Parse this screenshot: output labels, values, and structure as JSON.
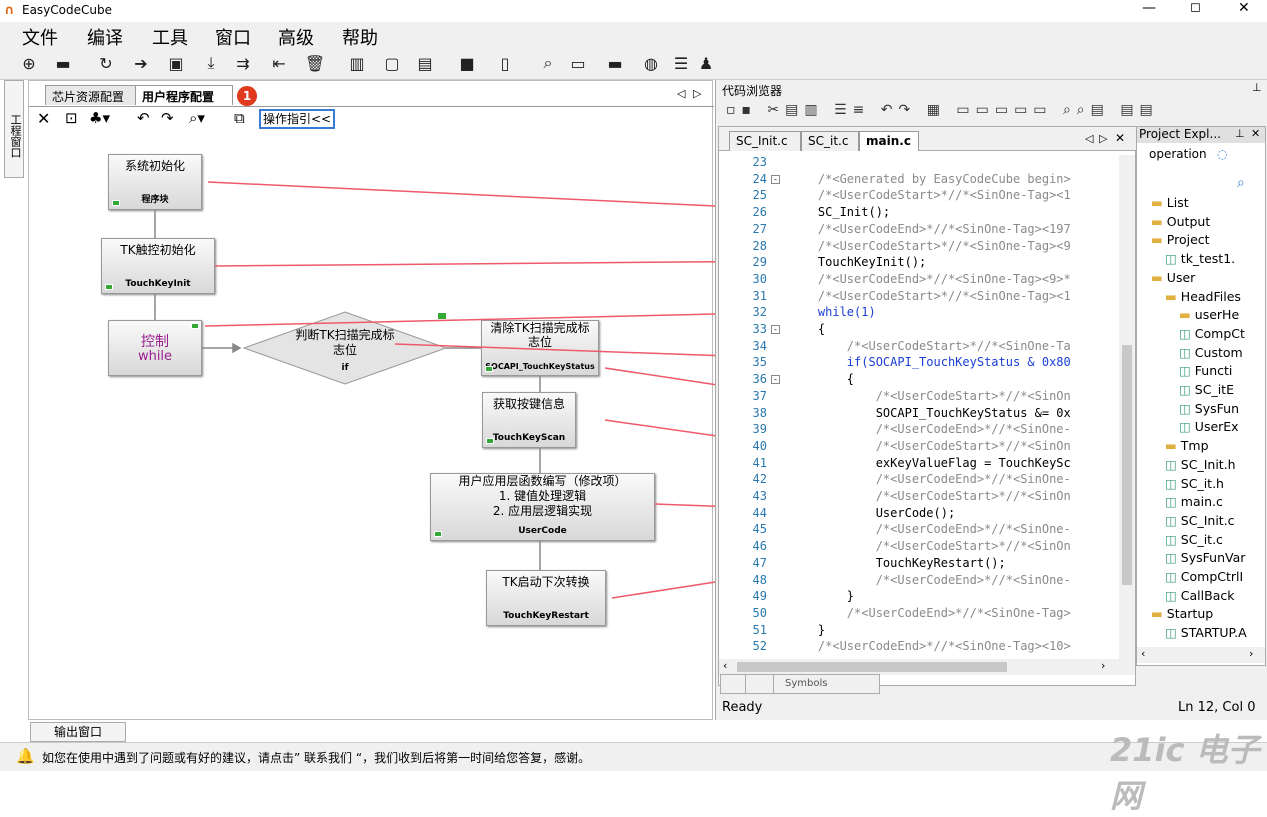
{
  "app": {
    "title": "EasyCodeCube"
  },
  "menu": [
    "文件",
    "编译",
    "工具",
    "窗口",
    "高级",
    "帮助"
  ],
  "left_tabs": [
    "芯片资源配置",
    "用户程序配置"
  ],
  "badge": "1",
  "guide_button": "操作指引<<",
  "side_label": "工程窗口",
  "blocks": [
    {
      "title": "系统初始化",
      "sub": "程序块"
    },
    {
      "title": "TK触控初始化",
      "sub": "TouchKeyInit"
    },
    {
      "title": "控制",
      "title2": "while"
    },
    {
      "title": "判断TK扫描完成标志位",
      "sub": "if"
    },
    {
      "title": "清除TK扫描完成标志位",
      "sub": "SOCAPI_TouchKeyStatus"
    },
    {
      "title": "获取按键信息",
      "sub": "TouchKeyScan"
    },
    {
      "title": "用户应用层函数编写（修改项）",
      "line2": "1. 键值处理逻辑",
      "line3": "2. 应用层逻辑实现",
      "sub": "UserCode"
    },
    {
      "title": "TK启动下次转换",
      "sub": "TouchKeyRestart"
    }
  ],
  "code_browser": {
    "title": "代码浏览器",
    "tabs": [
      "SC_Init.c",
      "SC_it.c",
      "main.c"
    ],
    "lines": [
      {
        "n": "23",
        "t": ""
      },
      {
        "n": "24",
        "t": "    /*<Generated by EasyCodeCube begin>",
        "c": true
      },
      {
        "n": "25",
        "t": "    /*<UserCodeStart>*//*<SinOne-Tag><1",
        "c": true
      },
      {
        "n": "26",
        "t": "    SC_Init();"
      },
      {
        "n": "27",
        "t": "    /*<UserCodeEnd>*//*<SinOne-Tag><197",
        "c": true
      },
      {
        "n": "28",
        "t": "    /*<UserCodeStart>*//*<SinOne-Tag><9",
        "c": true
      },
      {
        "n": "29",
        "t": "    TouchKeyInit();"
      },
      {
        "n": "30",
        "t": "    /*<UserCodeEnd>*//*<SinOne-Tag><9>*",
        "c": true
      },
      {
        "n": "31",
        "t": "    /*<UserCodeStart>*//*<SinOne-Tag><1",
        "c": true
      },
      {
        "n": "32",
        "t": "    while(1)"
      },
      {
        "n": "33",
        "t": "    {"
      },
      {
        "n": "34",
        "t": "        /*<UserCodeStart>*//*<SinOne-Ta",
        "c": true
      },
      {
        "n": "35",
        "t": "        if(SOCAPI_TouchKeyStatus & 0x80"
      },
      {
        "n": "36",
        "t": "        {"
      },
      {
        "n": "37",
        "t": "            /*<UserCodeStart>*//*<SinOn",
        "c": true
      },
      {
        "n": "38",
        "t": "            SOCAPI_TouchKeyStatus &= 0x"
      },
      {
        "n": "39",
        "t": "            /*<UserCodeEnd>*//*<SinOne-",
        "c": true
      },
      {
        "n": "40",
        "t": "            /*<UserCodeStart>*//*<SinOn",
        "c": true
      },
      {
        "n": "41",
        "t": "            exKeyValueFlag = TouchKeySc"
      },
      {
        "n": "42",
        "t": "            /*<UserCodeEnd>*//*<SinOne-",
        "c": true
      },
      {
        "n": "43",
        "t": "            /*<UserCodeStart>*//*<SinOn",
        "c": true
      },
      {
        "n": "44",
        "t": "            UserCode();"
      },
      {
        "n": "45",
        "t": "            /*<UserCodeEnd>*//*<SinOne-",
        "c": true
      },
      {
        "n": "46",
        "t": "            /*<UserCodeStart>*//*<SinOn",
        "c": true
      },
      {
        "n": "47",
        "t": "            TouchKeyRestart();"
      },
      {
        "n": "48",
        "t": "            /*<UserCodeEnd>*//*<SinOne-",
        "c": true
      },
      {
        "n": "49",
        "t": "        }"
      },
      {
        "n": "50",
        "t": "        /*<UserCodeEnd>*//*<SinOne-Tag>",
        "c": true
      },
      {
        "n": "51",
        "t": "    }"
      },
      {
        "n": "52",
        "t": "    /*<UserCodeEnd>*//*<SinOne-Tag><10>",
        "c": true
      }
    ],
    "symbols_tab": "Symbols",
    "status": "Ready",
    "cursor": "Ln 12, Col 0"
  },
  "project": {
    "title": "Project Expl...",
    "combo": "operation",
    "items": [
      "List",
      "Output",
      "Project",
      "tk_test1.",
      "User",
      "HeadFiles",
      "userHe",
      "CompCt",
      "Custom",
      "Functi",
      "SC_itE",
      "SysFun",
      "UserEx",
      "Tmp",
      "SC_Init.h",
      "SC_it.h",
      "main.c",
      "SC_Init.c",
      "SC_it.c",
      "SysFunVar",
      "CompCtrlI",
      "CallBack",
      "Startup",
      "STARTUP.A"
    ]
  },
  "output_tab": "输出窗口",
  "status_message": "如您在使用中遇到了问题或有好的建议，请点击” 联系我们 “，我们收到后将第一时间给您答复，感谢。",
  "watermark": "21ic 电子网",
  "colors": {
    "arrow": "#ee5a6a",
    "badge": "#e03a1e",
    "while": "#9b1e8e",
    "linenum": "#2a7ab0",
    "keyword": "#1a3fd8"
  }
}
